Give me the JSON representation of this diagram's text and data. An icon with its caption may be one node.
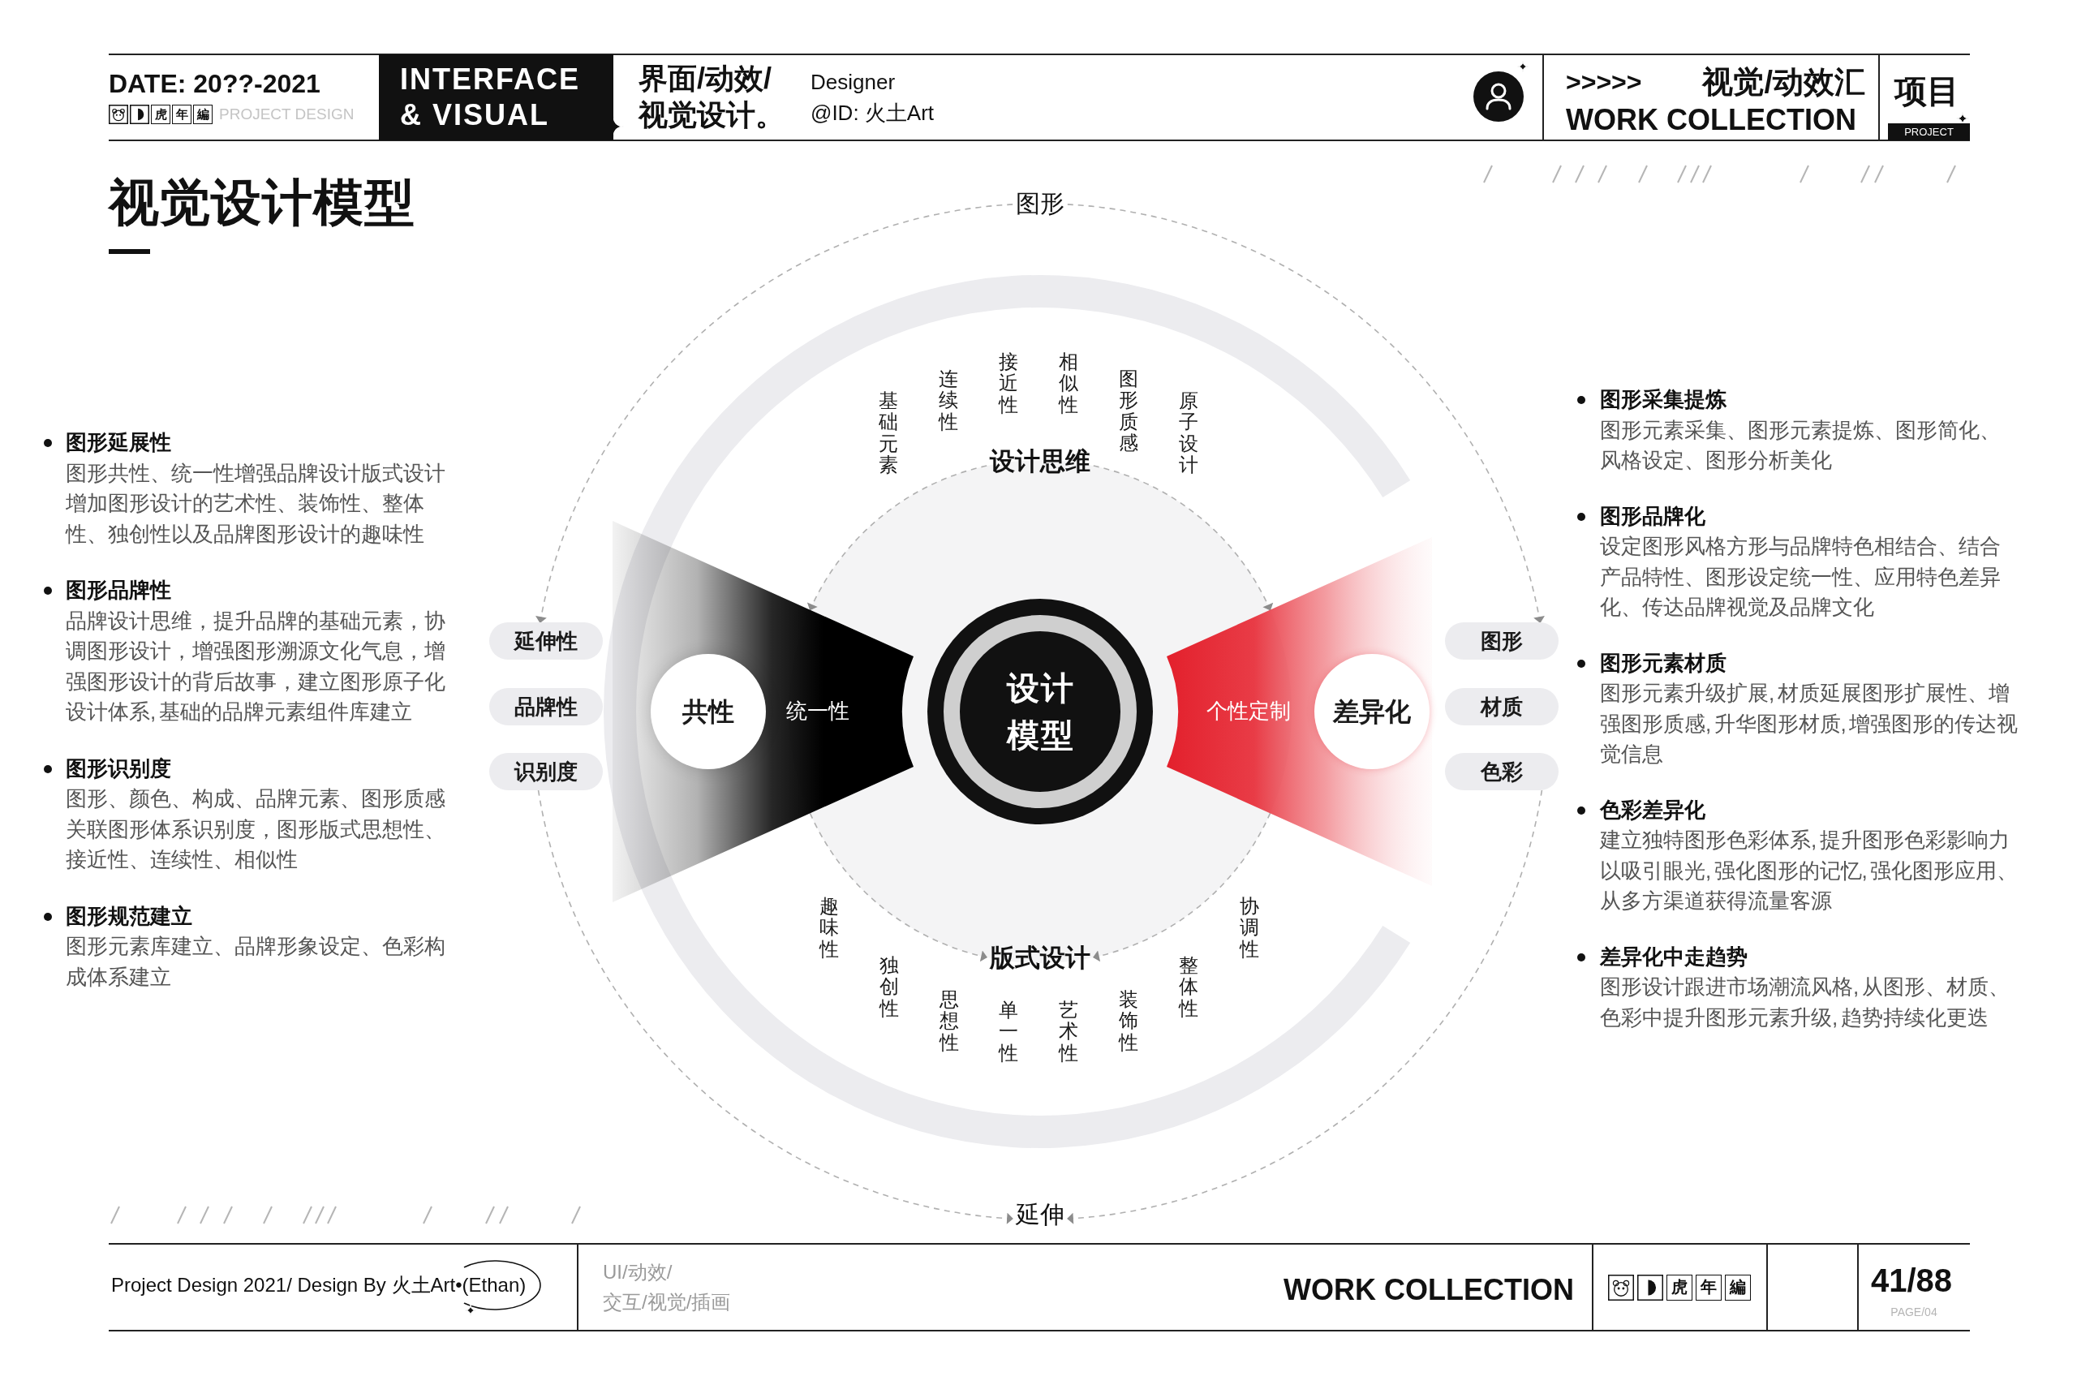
{
  "diagram": {
    "title": "视觉设计模型",
    "nodes": [
      {
        "text": [
          "INTERFACE & VISUAL"
        ]
      },
      {
        "text": [
          "PROJECT"
        ]
      },
      {
        "text": [
          "图形"
        ]
      },
      {
        "text": [
          "设计思维"
        ]
      },
      {
        "text": [
          "延伸性"
        ]
      },
      {
        "text": [
          "品牌性"
        ]
      },
      {
        "text": [
          "识别度"
        ]
      },
      {
        "text": [
          "统一性"
        ]
      },
      {
        "text": [
          "共性"
        ],
        "in": 7
      },
      {
        "text": [
          "设计模型"
        ]
      },
      {
        "text": [
          "个性定制"
        ]
      },
      {
        "text": [
          "差异化"
        ],
        "in": 10
      },
      {
        "text": [
          "图形"
        ]
      },
      {
        "text": [
          "材质"
        ]
      },
      {
        "text": [
          "色彩"
        ]
      },
      {
        "text": [
          "版式设计"
        ]
      },
      {
        "text": [
          "延伸"
        ]
      }
    ],
    "edges": [
      {
        "from": 2,
        "to": 4,
        "arrow": "to",
        "style": "dashed"
      },
      {
        "from": 6,
        "to": 16,
        "arrow": "to",
        "style": "dashed"
      },
      {
        "from": 2,
        "to": 12,
        "arrow": "to",
        "style": "dashed"
      },
      {
        "from": 14,
        "to": 16,
        "arrow": "to",
        "style": "dashed"
      },
      {
        "from": 3,
        "to": 7,
        "arrow": "to",
        "style": "dashed"
      },
      {
        "from": 7,
        "to": 15,
        "arrow": "to",
        "style": "dashed"
      },
      {
        "from": 3,
        "to": 10,
        "arrow": "to",
        "style": "dashed"
      },
      {
        "from": 10,
        "to": 15,
        "arrow": "to",
        "style": "dashed"
      }
    ],
    "labels": [
      "DATE: 20??-2021",
      "虎",
      "年",
      "編",
      "PROJECT DESIGN",
      "界面/动效/",
      "视觉设计。",
      "Designer",
      "@ID: 火土Art",
      ">>>>>",
      "视觉/动效汇",
      "WORK COLLECTION",
      "项目",
      "基础元素",
      "连续性",
      "接近性",
      "相似性",
      "图形质感",
      "原子设计",
      "图形延展性",
      "图形共性、统一性增强品牌设计版式设计增加图形设计的艺术性、装饰性、整体性、独创性以及品牌图形设计的趣味性",
      "图形品牌性",
      "品牌设计思维，提升品牌的基础元素，协调图形设计，增强图形溯源文化气息，增强图形设计的背后故事，建立图形原子化设计体系, 基础的品牌元素组件库建立",
      "图形识别度",
      "图形、颜色、构成、品牌元素、图形质感关联图形体系识别度，图形版式思想性、接近性、连续性、相似性",
      "图形规范建立",
      "图形元素库建立、品牌形象设定、色彩构成体系建立",
      "图形采集提炼",
      "图形元素采集、图形元素提炼、图形简化、风格设定、图形分析美化",
      "图形品牌化",
      "设定图形风格方形与品牌特色相结合、结合产品特性、图形设定统一性、应用特色差异化、传达品牌视觉及品牌文化",
      "图形元素材质",
      "图形元素升级扩展, 材质延展图形扩展性、增强图形质感, 升华图形材质, 增强图形的传达视觉信息",
      "色彩差异化",
      "建立独特图形色彩体系, 提升图形色彩影响力以吸引眼光, 强化图形的记忆, 强化图形应用、从多方渠道获得流量客源",
      "差异化中走趋势",
      "图形设计跟进市场潮流风格, 从图形、材质、色彩中提升图形元素升级, 趋势持续化更迭",
      "趣味性",
      "独创性",
      "思想性",
      "单一性",
      "艺术性",
      "装饰性",
      "整体性",
      "协调性",
      "Project Design 2021/ Design By 火土Art•(Ethan)",
      "UI/动效/",
      "交互/视觉/插画",
      "WORK COLLECTION",
      "虎",
      "年",
      "編",
      "41/88",
      "PAGE/04"
    ]
  }
}
